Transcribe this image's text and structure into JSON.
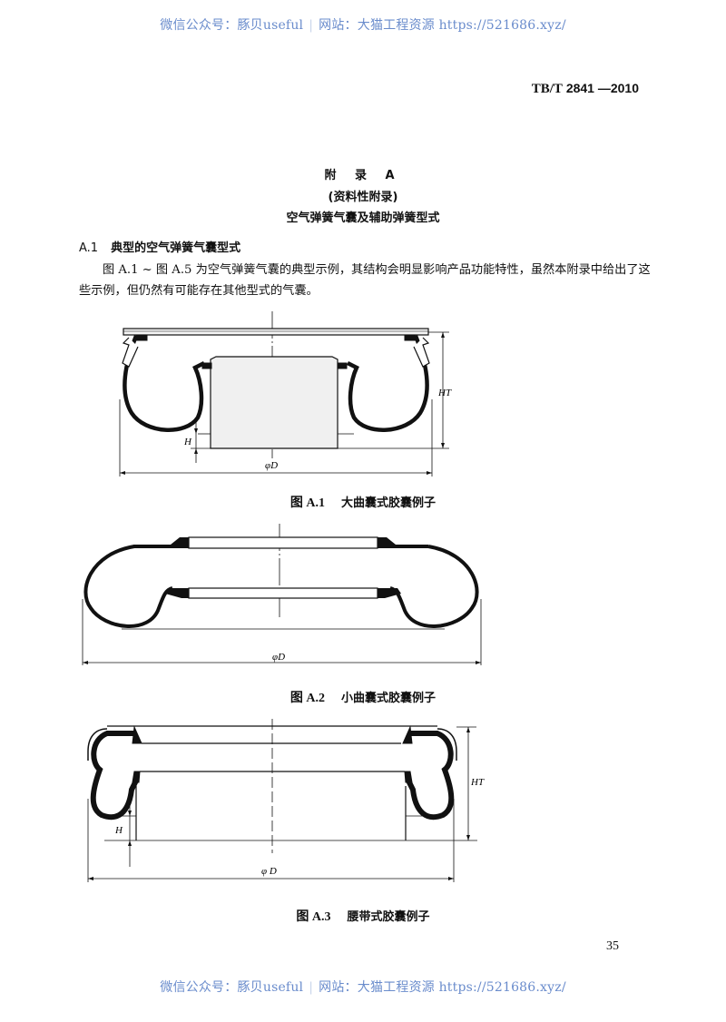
{
  "watermark": {
    "left": "微信公众号：豚贝useful",
    "separator": "|",
    "right": "网站：大猫工程资源 https://521686.xyz/"
  },
  "header": {
    "standard_prefix": "TB/T",
    "standard_number": "2841 —2010"
  },
  "appendix": {
    "title": "附 录 A",
    "type": "(资料性附录)",
    "subtitle": "空气弹簧气囊及辅助弹簧型式"
  },
  "section": {
    "number": "A.1",
    "title": "典型的空气弹簧气囊型式",
    "paragraph": "图 A.1 ~ 图 A.5 为空气弹簧气囊的典型示例，其结构会明显影响产品功能特性，虽然本附录中给出了这些示例，但仍然有可能存在其他型式的气囊。"
  },
  "figures": [
    {
      "number": "图 A.1",
      "caption": "大曲囊式胶囊例子",
      "labels": {
        "diameter": "φD",
        "height": "H",
        "total_height": "HT"
      }
    },
    {
      "number": "图 A.2",
      "caption": "小曲囊式胶囊例子",
      "labels": {
        "diameter": "φD"
      }
    },
    {
      "number": "图 A.3",
      "caption": "腰带式胶囊例子",
      "labels": {
        "diameter": "φ D",
        "height": "H",
        "total_height": "HT"
      }
    }
  ],
  "footer": {
    "page_number": "35"
  }
}
